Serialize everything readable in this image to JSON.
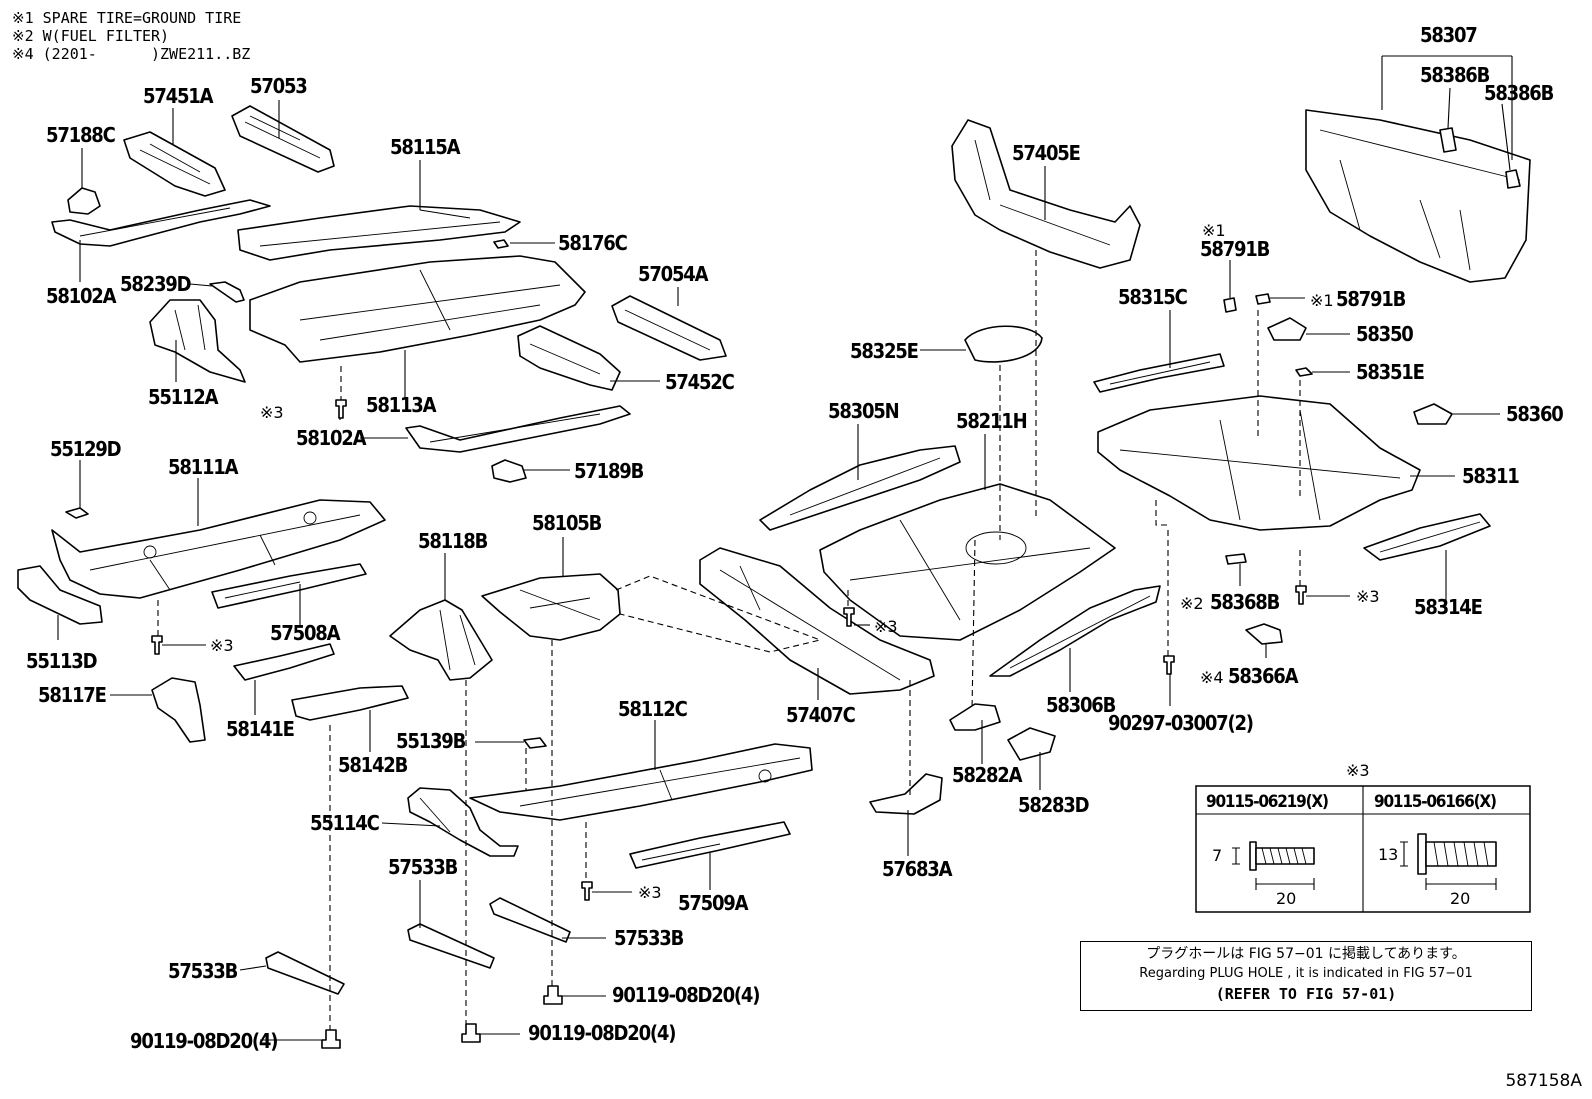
{
  "notes": [
    "※1 SPARE TIRE=GROUND TIRE",
    "※2 W(FUEL FILTER)",
    "※4 (2201-      )ZWE211..BZ"
  ],
  "labels": {
    "l57188C": "57188C",
    "l57451A": "57451A",
    "l57053": "57053",
    "l58115A": "58115A",
    "l58176C": "58176C",
    "l58102A_top": "58102A",
    "l58239D": "58239D",
    "l57054A": "57054A",
    "l55112A": "55112A",
    "l58113A": "58113A",
    "l57452C": "57452C",
    "n3_a": "※3",
    "l58102A_mid": "58102A",
    "l57189B": "57189B",
    "l55129D": "55129D",
    "l58111A": "58111A",
    "l55113D": "55113D",
    "l57508A": "57508A",
    "n3_b": "※3",
    "l58117E": "58117E",
    "l58141E": "58141E",
    "l58142B": "58142B",
    "l58118B": "58118B",
    "l58105B": "58105B",
    "l55139B": "55139B",
    "l58112C": "58112C",
    "l55114C": "55114C",
    "l57533B_a": "57533B",
    "l57533B_b": "57533B",
    "l57533B_c": "57533B",
    "n3_c": "※3",
    "l57509A": "57509A",
    "l90119_a": "90119-08D20(4)",
    "l90119_b": "90119-08D20(4)",
    "l90119_c": "90119-08D20(4)",
    "l57407C": "57407C",
    "l57405E": "57405E",
    "l58325E": "58325E",
    "l58305N": "58305N",
    "l58211H": "58211H",
    "n3_d": "※3",
    "l58306B": "58306B",
    "l58282A": "58282A",
    "l58283D": "58283D",
    "l57683A": "57683A",
    "l58307": "58307",
    "l58386B_a": "58386B",
    "l58386B_b": "58386B",
    "n1_a": "※1",
    "l58791B_a": "58791B",
    "n1_b": "※1",
    "l58791B_b": "58791B",
    "l58315C": "58315C",
    "l58350": "58350",
    "l58351E": "58351E",
    "l58360": "58360",
    "l58311": "58311",
    "l58314E": "58314E",
    "n3_e": "※3",
    "n2": "※2",
    "l58368B": "58368B",
    "n4": "※4",
    "l58366A": "58366A",
    "l90297": "90297-03007(2)"
  },
  "bolt_table": {
    "marker": "※3",
    "headers": [
      "90115-06219(X)",
      "90115-06166(X)"
    ],
    "dims_left": [
      "7",
      "20"
    ],
    "dims_right": [
      "13",
      "20"
    ]
  },
  "plug_note": {
    "jp": "プラグホールは FIG 57−01 に掲載してあります。",
    "en": "Regarding  PLUG  HOLE , it is indicated in  FIG  57−01",
    "ref": "(REFER TO FIG 57-01)"
  },
  "figure_id": "587158A"
}
